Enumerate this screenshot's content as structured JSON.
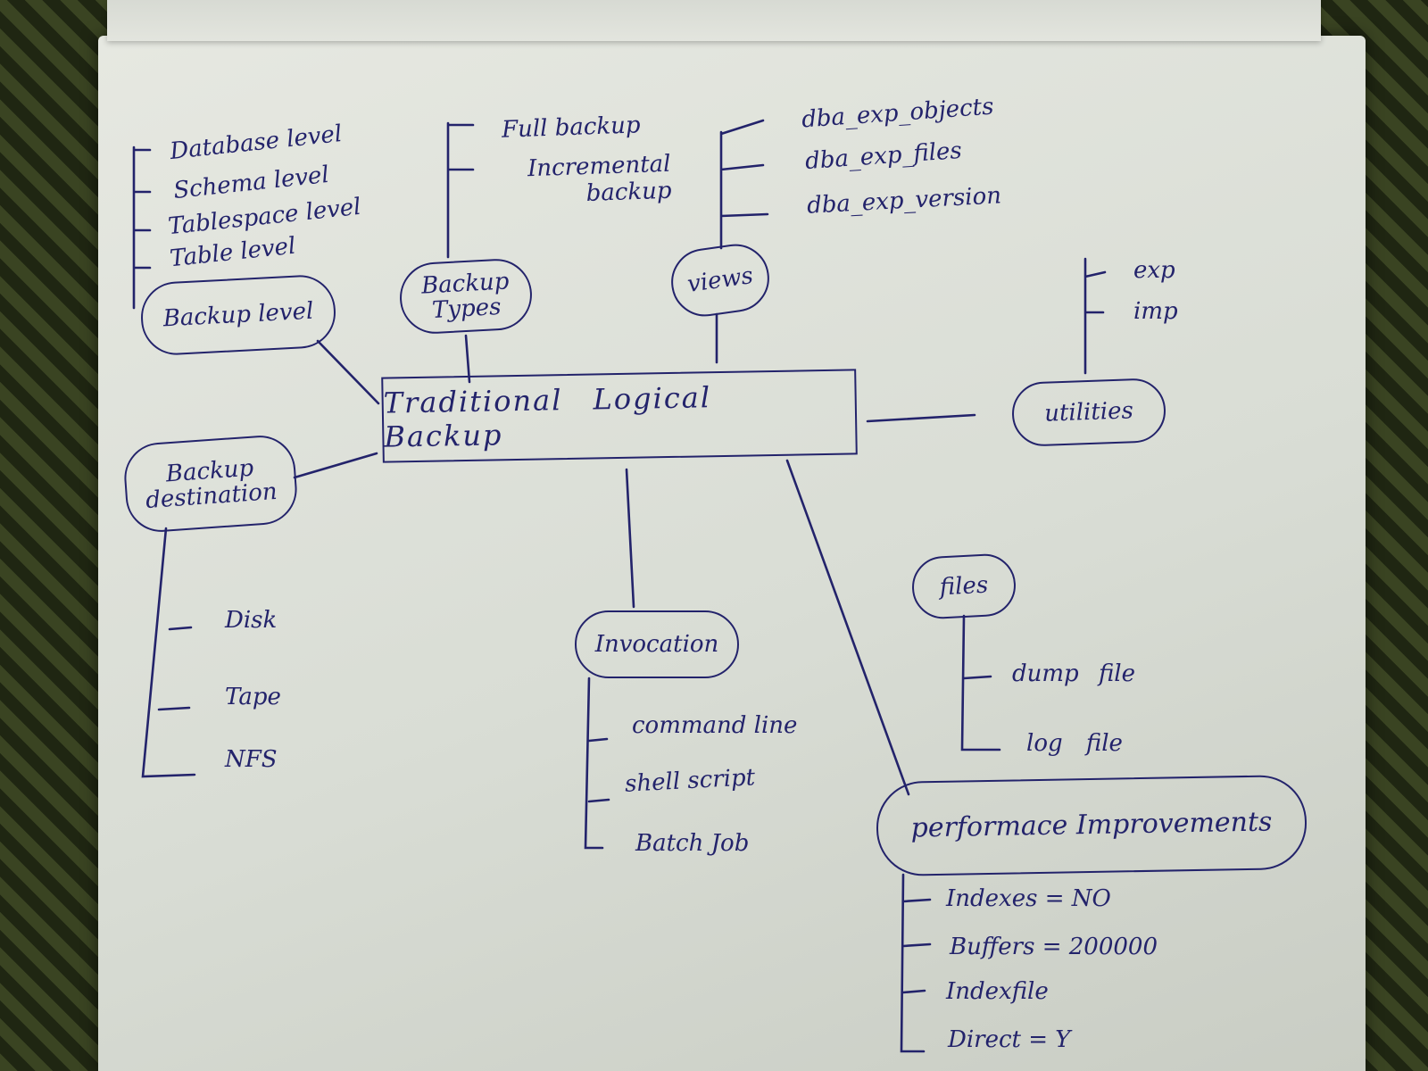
{
  "center": {
    "label": "Traditional Logical Backup"
  },
  "backup_level": {
    "label": "Backup level",
    "items": [
      "Database level",
      "Schema level",
      "Tablespace level",
      "Table level"
    ]
  },
  "backup_types": {
    "label": "Backup Types",
    "items": [
      "Full backup",
      "Incremental backup"
    ]
  },
  "views": {
    "label": "views",
    "items": [
      "dba_exp_objects",
      "dba_exp_files",
      "dba_exp_version"
    ]
  },
  "utilities": {
    "label": "utilities",
    "items": [
      "exp",
      "imp"
    ]
  },
  "backup_destination": {
    "label": "Backup destination",
    "items": [
      "Disk",
      "Tape",
      "NFS"
    ]
  },
  "invocation": {
    "label": "Invocation",
    "items": [
      "command line",
      "shell script",
      "Batch Job"
    ]
  },
  "files": {
    "label": "files",
    "items": [
      "dump file",
      "log file"
    ]
  },
  "performance": {
    "label": "performace Improvements",
    "items": [
      "Indexes = NO",
      "Buffers = 200000",
      "Indexfile",
      "Direct = Y"
    ]
  }
}
